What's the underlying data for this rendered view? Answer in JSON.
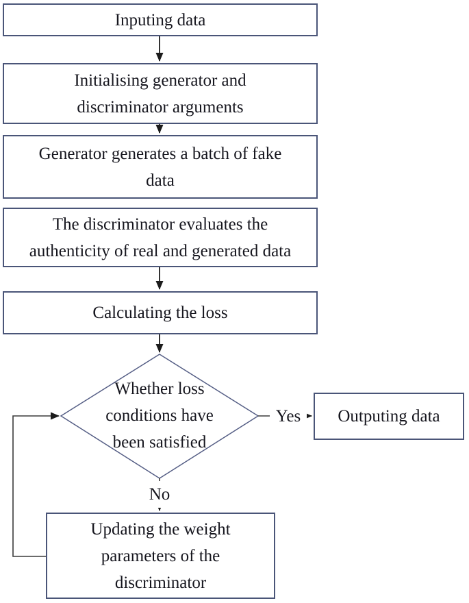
{
  "nodes": {
    "input": {
      "label": "Inputing data"
    },
    "init": {
      "label": "Initialising generator and\ndiscriminator arguments"
    },
    "generate": {
      "label": "Generator generates a batch of fake\ndata"
    },
    "evaluate": {
      "label": "The discriminator evaluates the\nauthenticity of real and generated data"
    },
    "loss": {
      "label": "Calculating the loss"
    },
    "decision": {
      "label": "Whether loss\nconditions have\nbeen satisfied"
    },
    "output": {
      "label": "Outputing data"
    },
    "update": {
      "label": "Updating the weight\nparameters of the\ndiscriminator"
    }
  },
  "edge_labels": {
    "yes": "Yes",
    "no": "No"
  },
  "colors": {
    "background": "#ffffff",
    "box-border": "#4a5578",
    "diamond-border": "#555e85",
    "text": "#16161e",
    "arrow": "#1c1c1c",
    "line": "#3a3a3a"
  }
}
